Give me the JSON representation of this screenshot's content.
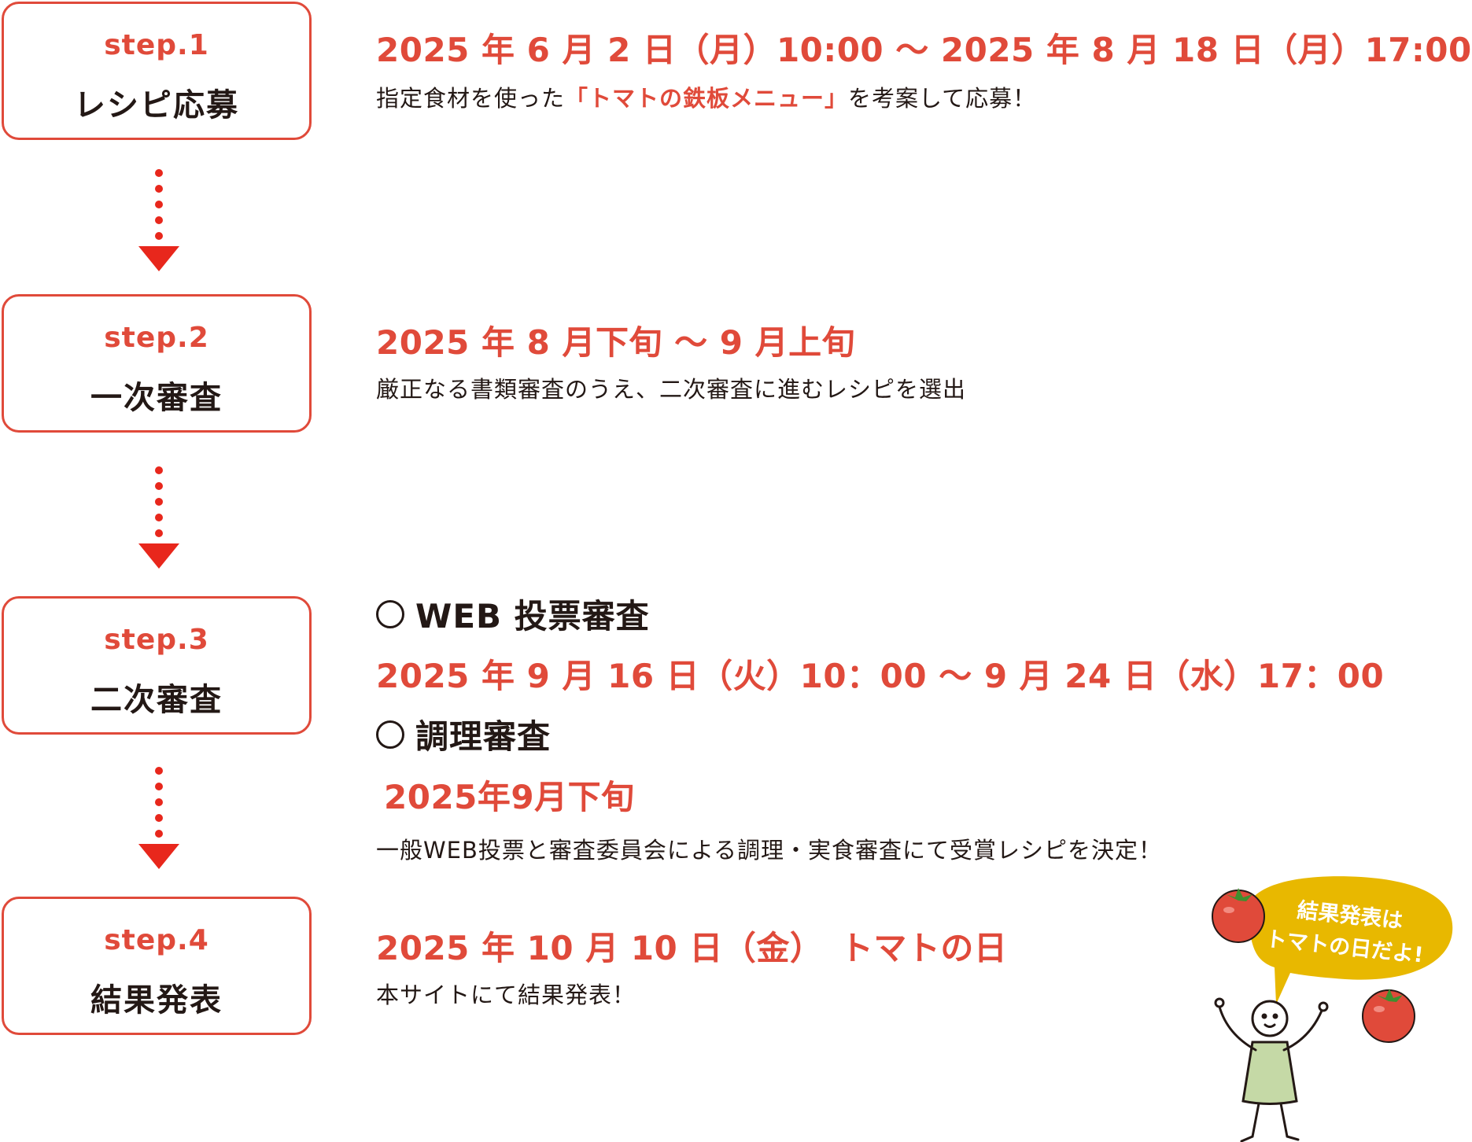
{
  "steps": [
    {
      "label": "step.1",
      "title": "レシピ応募",
      "date": "2025 年 6 月 2 日（月）10:00 〜 2025 年 8 月 18 日（月）17:00",
      "desc_pre": "指定食材を使った",
      "desc_highlight": "「トマトの鉄板メニュー」",
      "desc_post": "を考案して応募！"
    },
    {
      "label": "step.2",
      "title": "一次審査",
      "date": "2025 年 8 月下旬 〜 9 月上旬",
      "desc": "厳正なる書類審査のうえ、二次審査に進むレシピを選出"
    },
    {
      "label": "step.3",
      "title": "二次審査",
      "sub1_heading": "WEB 投票審査",
      "sub1_date": "2025 年 9 月 16 日（火）10：00 〜 9 月 24 日（水）17：00",
      "sub2_heading": "調理審査",
      "sub2_date": "2025年9月下旬",
      "desc": "一般WEB投票と審査委員会による調理・実食審査にて受賞レシピを決定！"
    },
    {
      "label": "step.4",
      "title": "結果発表",
      "date": "2025 年 10 月 10 日（金）　トマトの日",
      "desc": "本サイトにて結果発表！"
    }
  ],
  "mascot": {
    "bubble_line1": "結果発表は",
    "bubble_line2": "トマトの日だよ!"
  },
  "colors": {
    "accent": "#e04a3a",
    "arrow": "#e8271c",
    "text": "#231815",
    "bubble": "#e8b800",
    "tomato": "#e04a3a",
    "mascot_body": "#c5d9a6"
  }
}
